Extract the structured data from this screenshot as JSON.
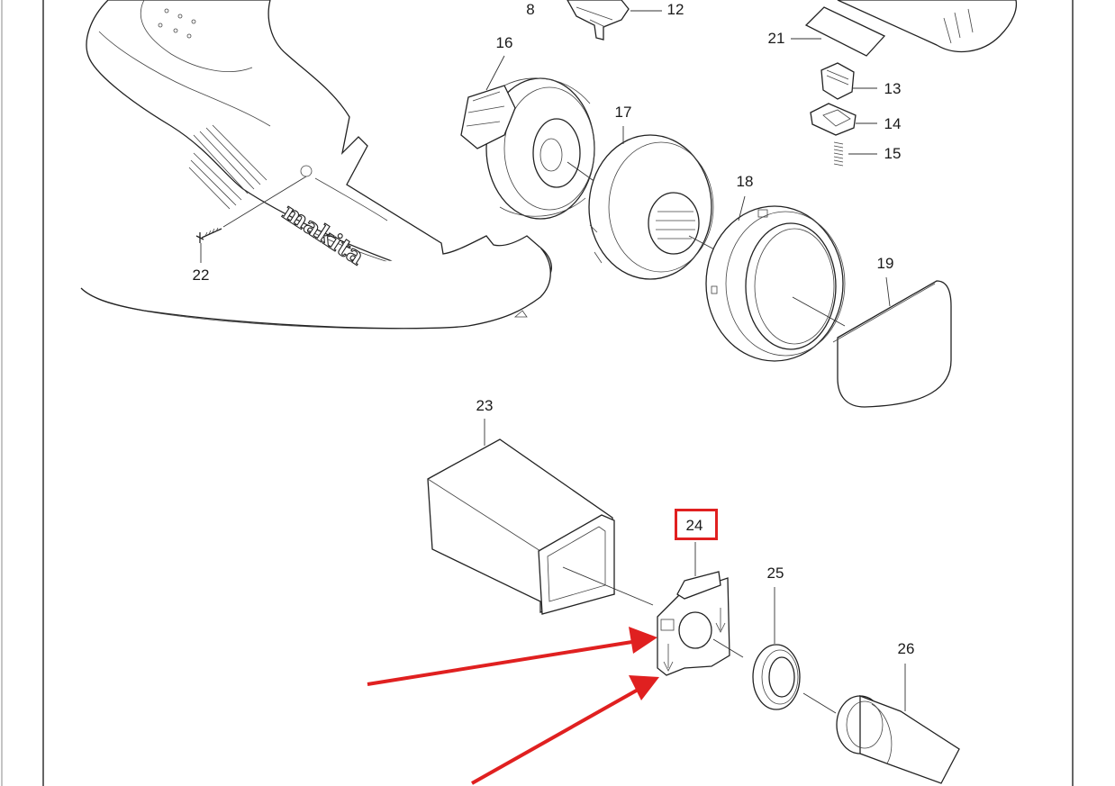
{
  "diagram": {
    "brand_mark": "makita",
    "parts": [
      {
        "id": "8",
        "label": "8"
      },
      {
        "id": "12",
        "label": "12"
      },
      {
        "id": "13",
        "label": "13"
      },
      {
        "id": "14",
        "label": "14"
      },
      {
        "id": "15",
        "label": "15"
      },
      {
        "id": "16",
        "label": "16"
      },
      {
        "id": "17",
        "label": "17"
      },
      {
        "id": "18",
        "label": "18"
      },
      {
        "id": "19",
        "label": "19"
      },
      {
        "id": "21",
        "label": "21"
      },
      {
        "id": "22",
        "label": "22"
      },
      {
        "id": "23",
        "label": "23"
      },
      {
        "id": "24",
        "label": "24"
      },
      {
        "id": "25",
        "label": "25"
      },
      {
        "id": "26",
        "label": "26"
      }
    ],
    "highlighted_part": "24",
    "colors": {
      "highlight": "#e02020",
      "arrow": "#e02020",
      "line": "#222222"
    }
  }
}
